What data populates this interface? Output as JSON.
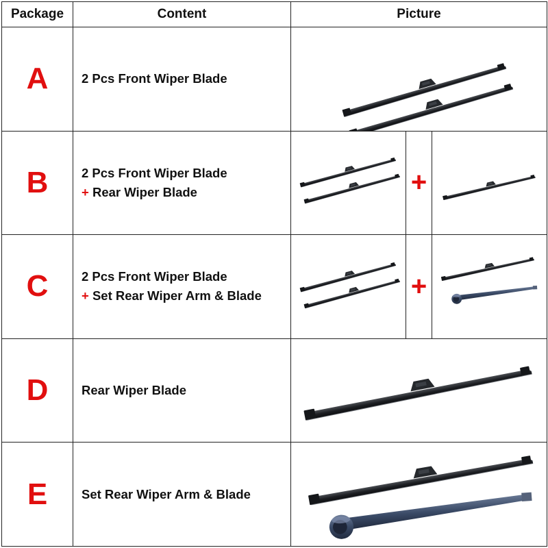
{
  "header": {
    "package": "Package",
    "content": "Content",
    "picture": "Picture"
  },
  "rows": [
    {
      "letter": "A",
      "lines": [
        {
          "plus": "",
          "text": "2 Pcs Front Wiper Blade"
        }
      ]
    },
    {
      "letter": "B",
      "lines": [
        {
          "plus": "",
          "text": "2 Pcs Front Wiper Blade"
        },
        {
          "plus": "+",
          "text": " Rear Wiper Blade"
        }
      ],
      "plus_sign": "+"
    },
    {
      "letter": "C",
      "lines": [
        {
          "plus": "",
          "text": "2 Pcs Front Wiper Blade"
        },
        {
          "plus": "+",
          "text": " Set Rear Wiper Arm & Blade"
        }
      ],
      "plus_sign": "+"
    },
    {
      "letter": "D",
      "lines": [
        {
          "plus": "",
          "text": "Rear Wiper Blade"
        }
      ]
    },
    {
      "letter": "E",
      "lines": [
        {
          "plus": "",
          "text": "Set Rear Wiper Arm & Blade"
        }
      ]
    }
  ],
  "colors": {
    "accent_red": "#e10f0f",
    "blade": "#1c1e22",
    "arm": "#3a4a66",
    "border": "#222222"
  }
}
